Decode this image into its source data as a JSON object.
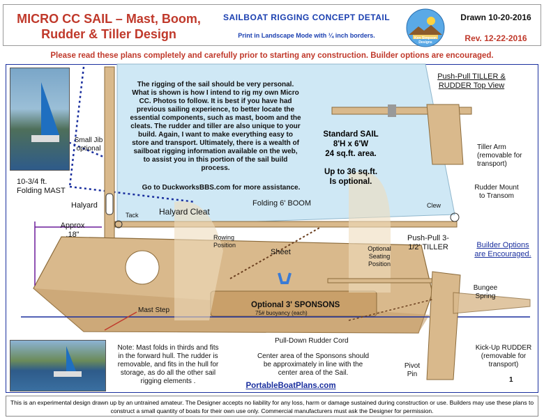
{
  "header": {
    "title_line1": "MICRO CC SAIL – Mast, Boom,",
    "title_line2": "Rudder & Tiller Design",
    "subtitle": "SAILBOAT RIGGING CONCEPT DETAIL",
    "print_note": "Print in Landscape Mode with ¼ inch borders.",
    "logo_text": "Ken Simpson Designs",
    "drawn": "Drawn 10-20-2016",
    "rev": "Rev. 12-22-2016"
  },
  "warning": "Please read these plans completely and carefully prior to starting any construction. Builder options are encouraged.",
  "intro_text": "The rigging of the sail should be very personal. What is shown is how I intend to rig my own Micro CC.  Photos to follow. It is best if you have had previous sailing experience, to better locate the essential components, such as mast, boom and the cleats. The rudder and tiller are also unique to your build. Again, I want to make everything easy to store and transport. Ultimately, there is a wealth of sailboat rigging information available on the web, to assist you in this portion of the sail build process.",
  "duckworks": "Go to DuckworksBBS.com for more assistance.",
  "sail": {
    "line1": "Standard SAIL",
    "line2": "8'H x 6'W",
    "line3": "24 sq.ft. area.",
    "opt1": "Up to 36 sq.ft.",
    "opt2": "Is optional."
  },
  "labels": {
    "small_jib": "Small Jib optional",
    "mast": "10-3/4 ft. Folding MAST",
    "halyard": "Halyard",
    "tack": "Tack",
    "halyard_cleat": "Halyard Cleat",
    "approx": "Approx .18\"",
    "boom": "Folding 6' BOOM",
    "clew": "Clew",
    "rowing": "Rowing Position",
    "sheet": "Sheet",
    "seating": "Optional Seating Position",
    "tiller": "Push-Pull 3-1/2' TILLER",
    "builder_options": "Builder Options are Encouraged.",
    "mast_step": "Mast Step",
    "sponsons": "Optional 3' SPONSONS",
    "buoyancy": "75# buoyancy (each)",
    "rudder_cord": "Pull-Down Rudder Cord",
    "bungee": "Bungee Spring",
    "kickup": "Kick-Up RUDDER (removable for transport)",
    "pivot": "Pivot Pin",
    "page_no": "1",
    "topview_title": "Push-Pull TILLER & RUDDER Top View",
    "tiller_arm": "Tiller Arm (removable for transport)",
    "rudder_mount": "Rudder Mount to Transom"
  },
  "note": "Note: Mast folds in thirds and fits in the forward hull. The rudder is removable, and fits in the hull for storage, as do all the other sail rigging elements .",
  "center_note": "Center area of the Sponsons should be approximately in line with the center area of the Sail.",
  "website": "PortableBoatPlans.com",
  "footer": "This is an experimental design drawn up by an untrained amateur. The Designer accepts no liability for any loss, harm or damage sustained during construction or use. Builders may use these plans to construct a small quantity of boats for their own use only.  Commercial manufacturers must ask the Designer for permission.",
  "colors": {
    "red": "#c0392b",
    "blue": "#1a2f9e",
    "sail": "#cfe8f5",
    "wood": "#d9b98c",
    "frame": "#1a2f9e"
  }
}
